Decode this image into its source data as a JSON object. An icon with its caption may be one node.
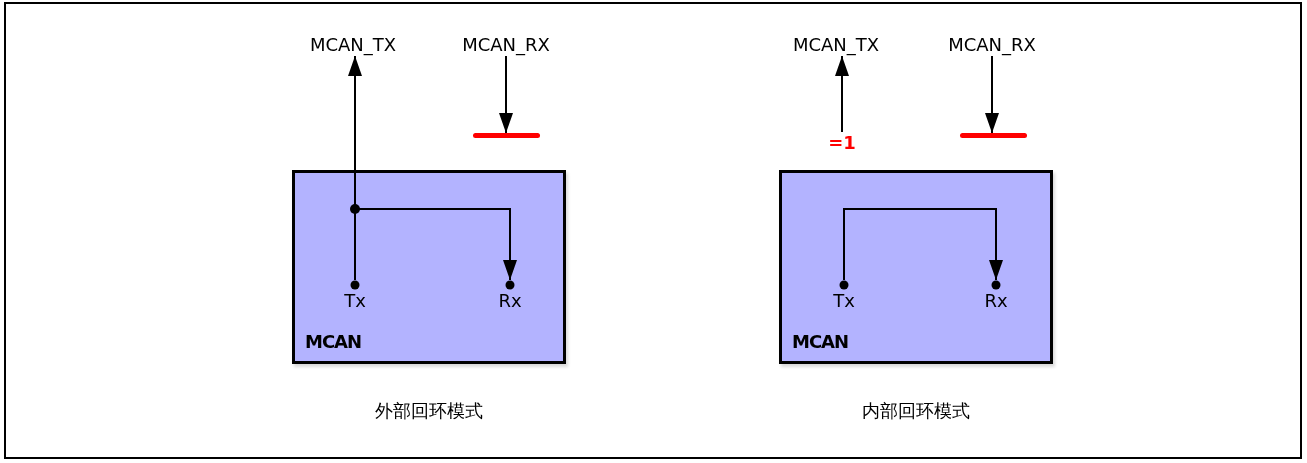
{
  "diagram": {
    "nodes": [
      {
        "text": [
          "MCAN"
        ]
      },
      {
        "text": [
          "Tx"
        ],
        "in": 0
      },
      {
        "text": [
          "Rx"
        ],
        "in": 0
      },
      {
        "text": [
          "MCAN_TX"
        ]
      },
      {
        "text": [
          "MCAN_RX"
        ]
      },
      {
        "text": [],
        "shape": "bar"
      },
      {
        "text": [
          "MCAN"
        ]
      },
      {
        "text": [
          "Tx"
        ],
        "in": 6
      },
      {
        "text": [
          "Rx"
        ],
        "in": 6
      },
      {
        "text": [
          "MCAN_TX"
        ]
      },
      {
        "text": [
          "MCAN_RX"
        ]
      },
      {
        "text": [
          "=1"
        ]
      },
      {
        "text": [],
        "shape": "bar"
      }
    ],
    "edges": [
      {
        "from": 1,
        "to": 3,
        "arrow": "to"
      },
      {
        "from": 1,
        "to": 2,
        "arrow": "to"
      },
      {
        "from": 4,
        "to": 5,
        "arrow": "to"
      },
      {
        "from": 11,
        "to": 9,
        "arrow": "to"
      },
      {
        "from": 7,
        "to": 8,
        "arrow": "to"
      },
      {
        "from": 10,
        "to": 12,
        "arrow": "to"
      }
    ],
    "labels": [
      "外部回环模式",
      "内部回环模式"
    ]
  }
}
